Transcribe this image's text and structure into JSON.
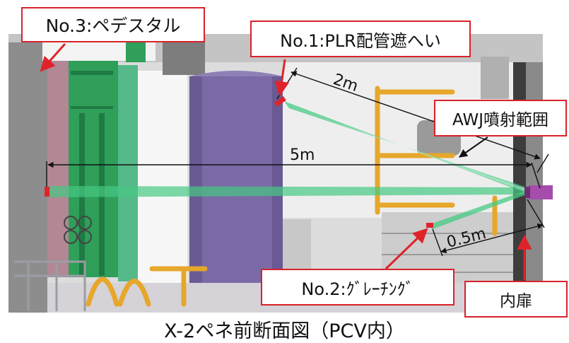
{
  "callouts": {
    "no3": "No.3:ペデスタル",
    "no1": "No.1:PLR配管遮へい",
    "awj": "AWJ噴射範囲",
    "no2": "No.2:ｸﾞﾚｰﾁﾝｸﾞ",
    "door": "内扉"
  },
  "dimensions": {
    "d2m": "2m",
    "d5m": "5m",
    "d05m": "0.5m"
  },
  "caption": "X-2ペネ前断面図（PCV内）",
  "colors": {
    "callout_border": "#d8222a",
    "arrow": "#e0232b",
    "jet": "#46c983",
    "pipe_shield": "#7b6aa6",
    "pedestal_green": "#2f9f5a",
    "grating_yellow": "#e6a72b",
    "nozzle": "#a44dab"
  }
}
